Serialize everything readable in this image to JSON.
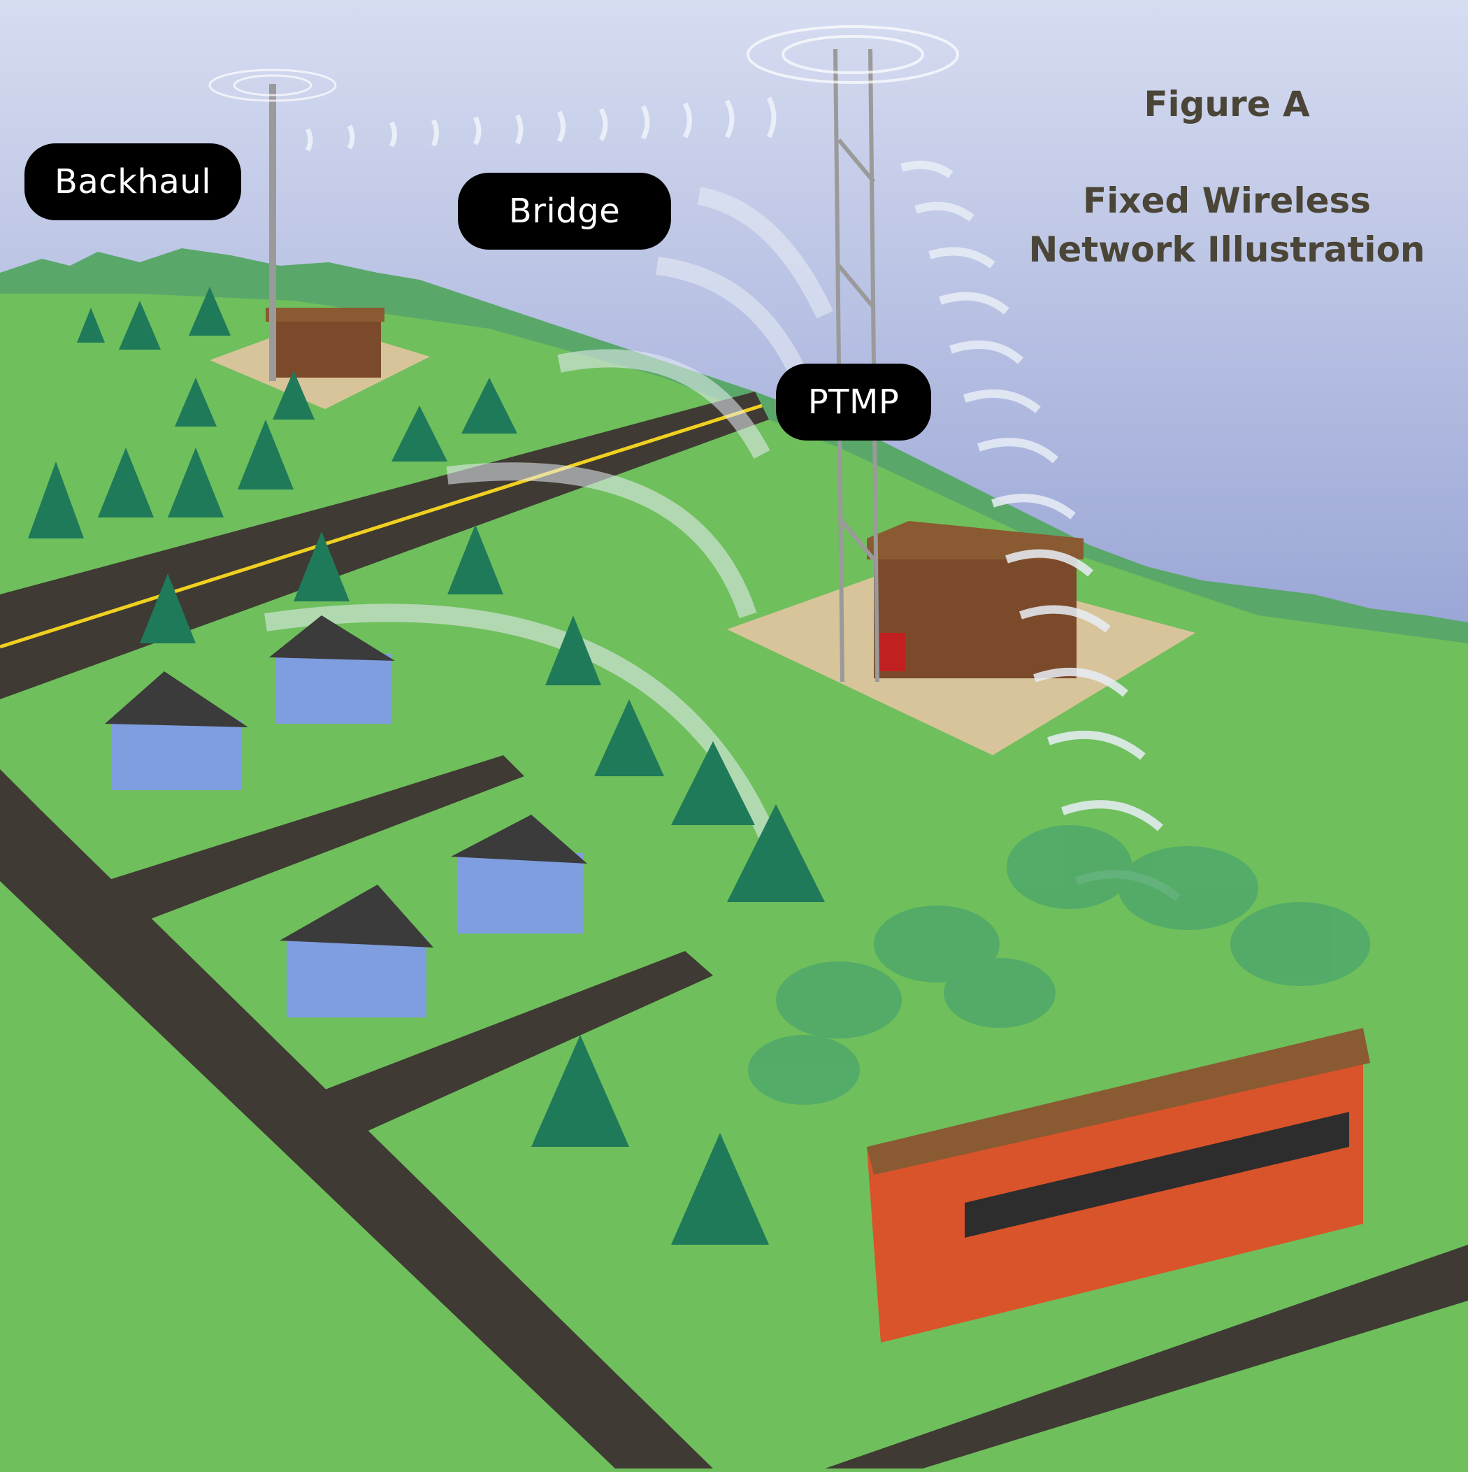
{
  "figure": {
    "label": "Figure A",
    "title_line1": "Fixed Wireless",
    "title_line2": "Network Illustration"
  },
  "callouts": [
    {
      "id": "backhaul",
      "label": "Backhaul"
    },
    {
      "id": "bridge",
      "label": "Bridge"
    },
    {
      "id": "ptmp",
      "label": "PTMP"
    }
  ],
  "colors": {
    "sky_top": "#c9d0ea",
    "sky_bottom": "#9aa6d6",
    "grass": "#6fbf5c",
    "hills": "#5aa76a",
    "road": "#3f3a33",
    "road_line": "#f0d020",
    "house_wall": "#7f9ee0",
    "house_roof": "#3b3b3b",
    "shed": "#7a4a2a",
    "school": "#d9542a",
    "school_roof": "#8a5a32",
    "pad": "#d8c49a",
    "tree": "#1f7a5a",
    "signal_arc": "#e8eef6",
    "label_bg": "#000000",
    "label_text": "#ffffff",
    "title_text": "#4a4536"
  }
}
